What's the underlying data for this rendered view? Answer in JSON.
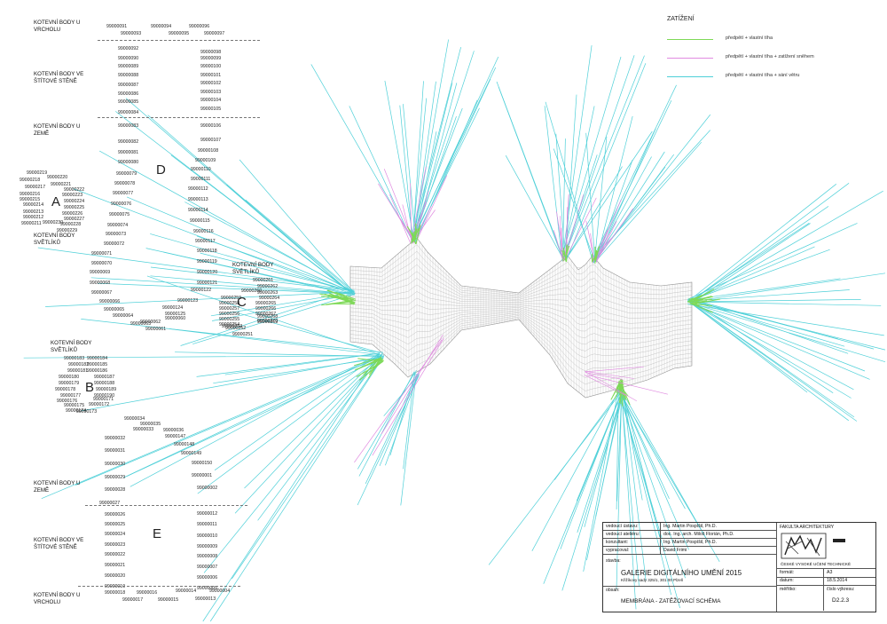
{
  "sections": {
    "top_vrchol": "KOTEVNÍ BODY U VRCHOLU",
    "top_stena": "KOTEVNÍ BODY VE ŠTÍTOVÉ STĚNĚ",
    "top_zeme": "KOTEVNÍ BODY U ZEMĚ",
    "svetliku_a": "KOTEVNÍ BODY SVĚTLÍKŮ",
    "svetliku_c": "KOTEVNÍ BODY SVĚTLÍKŮ",
    "svetliku_b": "KOTEVNÍ BODY SVĚTLÍKŮ",
    "bottom_zeme": "KOTEVNÍ BODY U ZEMĚ",
    "bottom_stena": "KOTEVNÍ BODY VE ŠTÍTOVÉ STĚNĚ",
    "bottom_vrchol": "KOTEVNÍ BODY U VRCHOLU"
  },
  "groups": {
    "a": "A",
    "b": "B",
    "c": "C",
    "d": "D",
    "e": "E"
  },
  "node_labels": [
    "99000091",
    "99000094",
    "99000096",
    "99000093",
    "99000095",
    "99000097",
    "99000092",
    "99000098",
    "99000090",
    "99000099",
    "99000089",
    "99000100",
    "99000088",
    "99000101",
    "99000087",
    "99000102",
    "99000086",
    "99000103",
    "99000085",
    "99000104",
    "99000084",
    "99000105",
    "99000083",
    "99000106",
    "99000082",
    "99000107",
    "99000081",
    "99000108",
    "99000080",
    "99000109",
    "99000079",
    "99000110",
    "99000078",
    "99000111",
    "99000077",
    "99000112",
    "99000076",
    "99000113",
    "99000075",
    "99000114",
    "99000074",
    "99000115",
    "99000073",
    "99000116",
    "99000072",
    "99000117",
    "99000071",
    "99000118",
    "99000070",
    "99000119",
    "99000069",
    "99000120",
    "99000068",
    "99000121",
    "99000067",
    "99000122",
    "99000066",
    "99000123",
    "99000065",
    "99000124",
    "99000064",
    "99000125",
    "99000063",
    "99000062",
    "99000061",
    "99000060",
    "99000219",
    "99000220",
    "99000218",
    "99000221",
    "99000217",
    "99000222",
    "99000216",
    "99000223",
    "99000215",
    "99000224",
    "99000214",
    "99000225",
    "99000213",
    "99000226",
    "99000212",
    "99000227",
    "99000211",
    "99000228",
    "99000230",
    "99000229",
    "99000261",
    "99000262",
    "99000260",
    "99000263",
    "99000259",
    "99000264",
    "99000258",
    "99000265",
    "99000257",
    "99000266",
    "99000256",
    "99000267",
    "99000255",
    "99000268",
    "99000254",
    "99000269",
    "99000253",
    "99000270",
    "99000252",
    "99000251",
    "99000183",
    "99000184",
    "99000182",
    "99000185",
    "99000181",
    "99000186",
    "99000180",
    "99000187",
    "99000179",
    "99000188",
    "99000178",
    "99000189",
    "99000177",
    "99000190",
    "99000176",
    "99000171",
    "99000175",
    "99000172",
    "99000174",
    "99000173",
    "99000034",
    "99000035",
    "99000033",
    "99000036",
    "99000032",
    "99000147",
    "99000031",
    "99000148",
    "99000030",
    "99000149",
    "99000029",
    "99000150",
    "99000028",
    "99000001",
    "99000027",
    "99000002",
    "99000026",
    "99000012",
    "99000025",
    "99000011",
    "99000024",
    "99000010",
    "99000023",
    "99000009",
    "99000022",
    "99000008",
    "99000021",
    "99000007",
    "99000020",
    "99000006",
    "99000019",
    "99000005",
    "99000018",
    "99000016",
    "99000014",
    "99000004",
    "99000017",
    "99000015",
    "99000013"
  ],
  "legend": {
    "title": "ZATÍŽENÍ",
    "items": [
      {
        "label": "předpětí + vlastní tíha",
        "color": "#7ed957"
      },
      {
        "label": "předpětí + vlastní tíha + zatížení sněhem",
        "color": "#e08ae0"
      },
      {
        "label": "předpětí + vlastní tíha + sání větru",
        "color": "#4fd0d8"
      }
    ]
  },
  "colors": {
    "mesh": "#b9b9b9",
    "green": "#7ed957",
    "pink": "#e08ae0",
    "cyan": "#4fd0d8"
  },
  "title_block": {
    "rows": [
      {
        "key": "vedoucí ústavu:",
        "value": "Ing. Martin Pospíšil, Ph.D."
      },
      {
        "key": "vedoucí ateliéru:",
        "value": "doc. Ing. arch. Miloš Florián, Ph.D."
      },
      {
        "key": "konzultant:",
        "value": "Ing. Martin Pospíšil, Ph.D."
      },
      {
        "key": "vypracoval:",
        "value": "David Frimi"
      }
    ],
    "stavba_label": "stavba:",
    "project_title": "GALERIE DIGITÁLNÍHO UMĚNÍ 2015",
    "project_address": "Křižíkovy sady 325/1, 301 00 Plzeň",
    "obsah_label": "obsah:",
    "drawing_title": "MEMBRÁNA - ZATĚŽOVACÍ SCHÉMA",
    "faculty": "FAKULTA ARCHITEKTURY",
    "university": "ČESKÉ VYSOKÉ UČENÍ TECHNICKÉ",
    "format_key": "formát:",
    "format_value": "A3",
    "date_key": "datum:",
    "date_value": "18.5.2014",
    "scale_key": "měřítko:",
    "scale_value": "",
    "sheet_key": "číslo výkresu:",
    "sheet_value": "D2.2.3"
  }
}
